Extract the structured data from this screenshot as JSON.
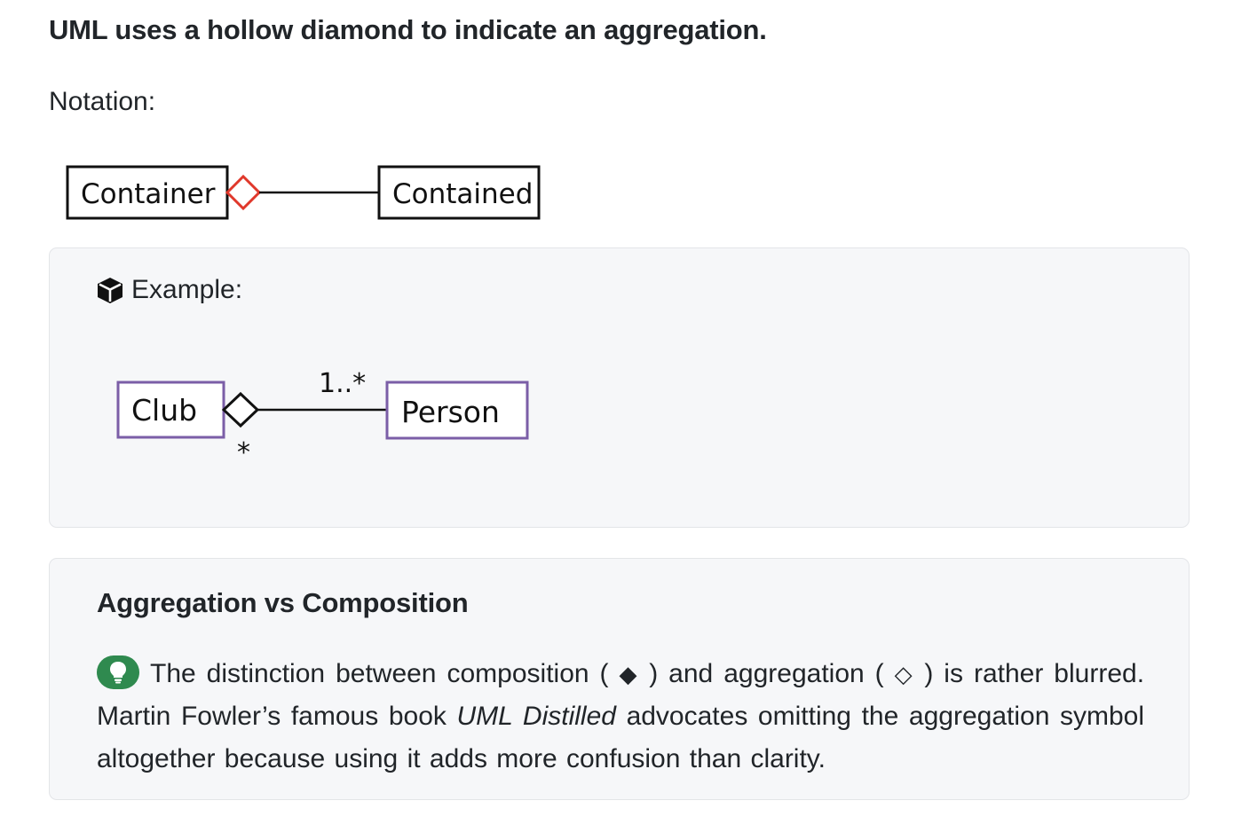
{
  "heading": "UML uses a hollow diamond to indicate an aggregation.",
  "notation_label": "Notation:",
  "notation_diagram": {
    "whole": "Container",
    "part": "Contained",
    "diamond_color": "#e0382b"
  },
  "example": {
    "label": "Example:",
    "icon": "cube-icon",
    "whole": "Club",
    "part": "Person",
    "multiplicity_whole": "*",
    "multiplicity_part": "1..*",
    "box_border_color": "#7b5ea7"
  },
  "tip": {
    "title": "Aggregation vs Composition",
    "icon": "lightbulb-icon",
    "icon_bg": "#2f8a4f",
    "text_1": "The distinction between composition (",
    "filled_diamond": "◆",
    "text_2": ") and aggregation (",
    "hollow_diamond": "◇",
    "text_3": ") is rather blurred. Martin Fowler’s famous book ",
    "book_title": "UML Distilled",
    "text_4": " advocates omitting the aggregation symbol altogether because using it adds more confusion than clarity."
  }
}
